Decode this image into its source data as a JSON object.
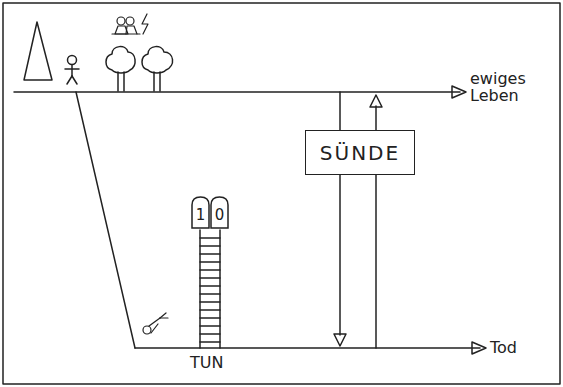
{
  "diagram": {
    "nodes": [
      {
        "text": [
          "SÜNDE"
        ]
      },
      {
        "text": [
          "1"
        ]
      },
      {
        "text": [
          "0"
        ]
      }
    ],
    "labels": [
      "ewiges Leben",
      "Tod",
      "TUN"
    ]
  }
}
